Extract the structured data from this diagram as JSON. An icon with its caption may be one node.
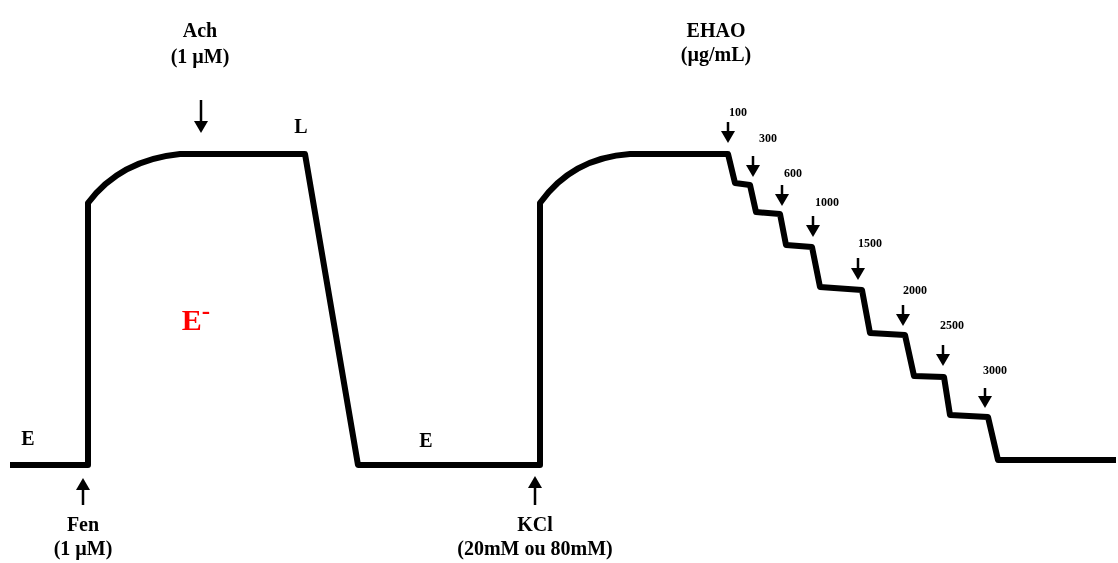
{
  "diagram": {
    "labels": [
      "Ach",
      "(1 µM)",
      "EHAO",
      "(µg/mL)",
      "100",
      "L",
      "300",
      "600",
      "1000",
      "1500",
      "2000",
      "2500",
      "3000",
      "E$^{-}$",
      "E",
      "E",
      "Fen",
      "(1 µM)",
      "KCl",
      "(20mM ou 80mM)"
    ]
  }
}
